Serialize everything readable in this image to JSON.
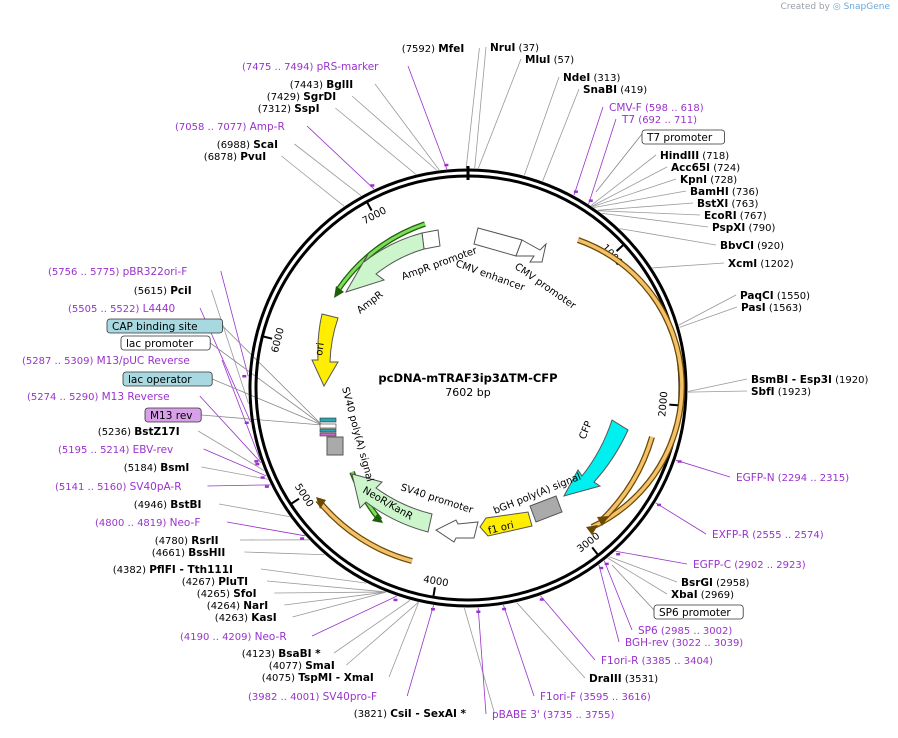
{
  "credit": {
    "prefix": "Created by",
    "brand": "SnapGene"
  },
  "plasmid": {
    "name": "pcDNA-mTRAF3ip3ΔTM-CFP",
    "size": "7602 bp",
    "length": 7602
  },
  "ticks": [
    {
      "pos": 1000,
      "label": "1000"
    },
    {
      "pos": 2000,
      "label": "2000"
    },
    {
      "pos": 3000,
      "label": "3000"
    },
    {
      "pos": 4000,
      "label": "4000"
    },
    {
      "pos": 5000,
      "label": "5000"
    },
    {
      "pos": 6000,
      "label": "6000"
    },
    {
      "pos": 7000,
      "label": "7000"
    }
  ],
  "sites": [
    {
      "id": "mfei",
      "name": "MfeI",
      "pos": "(7592)",
      "bp": 7592,
      "side": "L"
    },
    {
      "id": "nrui",
      "name": "NruI",
      "pos": "(37)",
      "bp": 37,
      "side": "R"
    },
    {
      "id": "mlui",
      "name": "MluI",
      "pos": "(57)",
      "bp": 57,
      "side": "R"
    },
    {
      "id": "ndei",
      "name": "NdeI",
      "pos": "(313)",
      "bp": 313,
      "side": "R"
    },
    {
      "id": "snabi",
      "name": "SnaBI",
      "pos": "(419)",
      "bp": 419,
      "side": "R"
    },
    {
      "id": "hindiii",
      "name": "HindIII",
      "pos": "(718)",
      "bp": 718,
      "side": "R"
    },
    {
      "id": "acc65i",
      "name": "Acc65I",
      "pos": "(724)",
      "bp": 724,
      "side": "R"
    },
    {
      "id": "kpni",
      "name": "KpnI",
      "pos": "(728)",
      "bp": 728,
      "side": "R"
    },
    {
      "id": "bamhi",
      "name": "BamHI",
      "pos": "(736)",
      "bp": 736,
      "side": "R"
    },
    {
      "id": "bstxi",
      "name": "BstXI",
      "pos": "(763)",
      "bp": 763,
      "side": "R"
    },
    {
      "id": "ecori",
      "name": "EcoRI",
      "pos": "(767)",
      "bp": 767,
      "side": "R"
    },
    {
      "id": "pspxi",
      "name": "PspXI",
      "pos": "(790)",
      "bp": 790,
      "side": "R"
    },
    {
      "id": "bbvci",
      "name": "BbvCI",
      "pos": "(920)",
      "bp": 920,
      "side": "R"
    },
    {
      "id": "xcmi",
      "name": "XcmI",
      "pos": "(1202)",
      "bp": 1202,
      "side": "R"
    },
    {
      "id": "paqci",
      "name": "PaqCI",
      "pos": "(1550)",
      "bp": 1550,
      "side": "R"
    },
    {
      "id": "pasi",
      "name": "PasI",
      "pos": "(1563)",
      "bp": 1563,
      "side": "R"
    },
    {
      "id": "bsmbi",
      "name": "BsmBI",
      "extra": "- Esp3I",
      "pos": "(1920)",
      "bp": 1920,
      "side": "R"
    },
    {
      "id": "sbfi",
      "name": "SbfI",
      "pos": "(1923)",
      "bp": 1923,
      "side": "R"
    },
    {
      "id": "bsrgi",
      "name": "BsrGI",
      "pos": "(2958)",
      "bp": 2958,
      "side": "R"
    },
    {
      "id": "xbai",
      "name": "XbaI",
      "pos": "(2969)",
      "bp": 2969,
      "side": "R"
    },
    {
      "id": "draiii",
      "name": "DraIII",
      "pos": "(3531)",
      "bp": 3531,
      "side": "R"
    },
    {
      "id": "csii",
      "name": "CsiI",
      "extra": "- SexAI *",
      "pos": "(3821)",
      "bp": 3821,
      "side": "L"
    },
    {
      "id": "tspmi",
      "name": "TspMI",
      "extra": "- XmaI",
      "pos": "(4075)",
      "bp": 4075,
      "side": "L"
    },
    {
      "id": "smai",
      "name": "SmaI",
      "pos": "(4077)",
      "bp": 4077,
      "side": "L"
    },
    {
      "id": "bsabi",
      "name": "BsaBI",
      "extra": "*",
      "pos": "(4123)",
      "bp": 4123,
      "side": "L"
    },
    {
      "id": "kasi",
      "name": "KasI",
      "pos": "(4263)",
      "bp": 4263,
      "side": "L"
    },
    {
      "id": "nari",
      "name": "NarI",
      "pos": "(4264)",
      "bp": 4264,
      "side": "L"
    },
    {
      "id": "sfoi",
      "name": "SfoI",
      "pos": "(4265)",
      "bp": 4265,
      "side": "L"
    },
    {
      "id": "pluti",
      "name": "PluTI",
      "pos": "(4267)",
      "bp": 4267,
      "side": "L"
    },
    {
      "id": "pflfi",
      "name": "PflFI",
      "extra": "- Tth111I",
      "pos": "(4382)",
      "bp": 4382,
      "side": "L"
    },
    {
      "id": "bsshii",
      "name": "BssHII",
      "pos": "(4661)",
      "bp": 4661,
      "side": "L"
    },
    {
      "id": "rsrii",
      "name": "RsrII",
      "pos": "(4780)",
      "bp": 4780,
      "side": "L"
    },
    {
      "id": "bstbi",
      "name": "BstBI",
      "pos": "(4946)",
      "bp": 4946,
      "side": "L"
    },
    {
      "id": "bsmi",
      "name": "BsmI",
      "pos": "(5184)",
      "bp": 5184,
      "side": "L"
    },
    {
      "id": "bstz17i",
      "name": "BstZ17I",
      "pos": "(5236)",
      "bp": 5236,
      "side": "L"
    },
    {
      "id": "pcii",
      "name": "PciI",
      "pos": "(5615)",
      "bp": 5615,
      "side": "L"
    },
    {
      "id": "pvui",
      "name": "PvuI",
      "pos": "(6878)",
      "bp": 6878,
      "side": "L"
    },
    {
      "id": "scai",
      "name": "ScaI",
      "pos": "(6988)",
      "bp": 6988,
      "side": "L"
    },
    {
      "id": "sspi",
      "name": "SspI",
      "pos": "(7312)",
      "bp": 7312,
      "side": "L"
    },
    {
      "id": "sgrdi",
      "name": "SgrDI",
      "pos": "(7429)",
      "bp": 7429,
      "side": "L"
    },
    {
      "id": "bglii",
      "name": "BglII",
      "pos": "(7443)",
      "bp": 7443,
      "side": "L"
    }
  ],
  "primers": [
    {
      "id": "prs-marker",
      "name": "pRS-marker",
      "range": "(7475 .. 7494)",
      "bp": 7485,
      "side": "L"
    },
    {
      "id": "amp-r",
      "name": "Amp-R",
      "range": "(7058 .. 7077)",
      "bp": 7068,
      "side": "L"
    },
    {
      "id": "cmv-f",
      "name": "CMV-F",
      "range": "(598 .. 618)",
      "bp": 608,
      "side": "R"
    },
    {
      "id": "t7",
      "name": "T7",
      "range": "(692 .. 711)",
      "bp": 702,
      "side": "R"
    },
    {
      "id": "pbr322ori-f",
      "name": "pBR322ori-F",
      "range": "(5756 .. 5775)",
      "bp": 5765,
      "side": "L"
    },
    {
      "id": "l4440",
      "name": "L4440",
      "range": "(5505 .. 5522)",
      "bp": 5513,
      "side": "L"
    },
    {
      "id": "m13-puc-reverse",
      "name": "M13/pUC Reverse",
      "range": "(5287 .. 5309)",
      "bp": 5298,
      "side": "L"
    },
    {
      "id": "m13-reverse",
      "name": "M13 Reverse",
      "range": "(5274 .. 5290)",
      "bp": 5282,
      "side": "L"
    },
    {
      "id": "ebv-rev",
      "name": "EBV-rev",
      "range": "(5195 .. 5214)",
      "bp": 5204,
      "side": "L"
    },
    {
      "id": "sv40pa-r",
      "name": "SV40pA-R",
      "range": "(5141 .. 5160)",
      "bp": 5150,
      "side": "L"
    },
    {
      "id": "neo-f",
      "name": "Neo-F",
      "range": "(4800 .. 4819)",
      "bp": 4810,
      "side": "L"
    },
    {
      "id": "neo-r",
      "name": "Neo-R",
      "range": "(4190 .. 4209)",
      "bp": 4200,
      "side": "L"
    },
    {
      "id": "sv40pro-f",
      "name": "SV40pro-F",
      "range": "(3982 .. 4001)",
      "bp": 3991,
      "side": "L"
    },
    {
      "id": "pbabe3",
      "name": "pBABE 3'",
      "range": "(3735 .. 3755)",
      "bp": 3745,
      "side": "R"
    },
    {
      "id": "f1ori-f",
      "name": "F1ori-F",
      "range": "(3595 .. 3616)",
      "bp": 3605,
      "side": "R"
    },
    {
      "id": "f1ori-r",
      "name": "F1ori-R",
      "range": "(3385 .. 3404)",
      "bp": 3395,
      "side": "R"
    },
    {
      "id": "bgh-rev",
      "name": "BGH-rev",
      "range": "(3022 .. 3039)",
      "bp": 3030,
      "side": "R"
    },
    {
      "id": "sp6",
      "name": "SP6",
      "range": "(2985 .. 3002)",
      "bp": 2993,
      "side": "R"
    },
    {
      "id": "egfp-c",
      "name": "EGFP-C",
      "range": "(2902 .. 2923)",
      "bp": 2912,
      "side": "R"
    },
    {
      "id": "exfp-r",
      "name": "EXFP-R",
      "range": "(2555 .. 2574)",
      "bp": 2565,
      "side": "R"
    },
    {
      "id": "egfp-n",
      "name": "EGFP-N",
      "range": "(2294 .. 2315)",
      "bp": 2305,
      "side": "R"
    }
  ],
  "boxed_labels": [
    {
      "id": "t7-promoter",
      "name": "T7 promoter",
      "style": "white"
    },
    {
      "id": "sp6-promoter",
      "name": "SP6 promoter",
      "style": "white"
    },
    {
      "id": "cap-binding-site",
      "name": "CAP binding site",
      "style": "teal"
    },
    {
      "id": "lac-promoter",
      "name": "lac promoter",
      "style": "white"
    },
    {
      "id": "lac-operator",
      "name": "lac operator",
      "style": "teal"
    },
    {
      "id": "m13-rev",
      "name": "M13 rev",
      "style": "purple"
    }
  ],
  "features": [
    {
      "id": "cmv-enhancer",
      "name": "CMV enhancer",
      "color": "#ffffff"
    },
    {
      "id": "cmv-promoter",
      "name": "CMV promoter",
      "color": "#ffffff"
    },
    {
      "id": "ampr-promoter",
      "name": "AmpR promoter",
      "color": "#ffffff"
    },
    {
      "id": "ampr",
      "name": "AmpR",
      "color": "#ccf5cc"
    },
    {
      "id": "ori",
      "name": "ori",
      "color": "#ffee00"
    },
    {
      "id": "cfp",
      "name": "CFP",
      "color": "#00f0f0"
    },
    {
      "id": "bgh-polya",
      "name": "bGH poly(A) signal",
      "color": "#aaaaaa"
    },
    {
      "id": "f1-ori",
      "name": "f1 ori",
      "color": "#ffee00"
    },
    {
      "id": "sv40-promoter",
      "name": "SV40 promoter",
      "color": "#ffffff"
    },
    {
      "id": "neor-kanr",
      "name": "NeoR/KanR",
      "color": "#ccf5cc"
    },
    {
      "id": "sv40-polya",
      "name": "SV40 poly(A) signal",
      "color": "#aaaaaa"
    }
  ],
  "colors": {
    "primer": "#9932cc",
    "orf": "#f5a623",
    "backbone": "#000000",
    "ampr": "#3a9a1a"
  }
}
